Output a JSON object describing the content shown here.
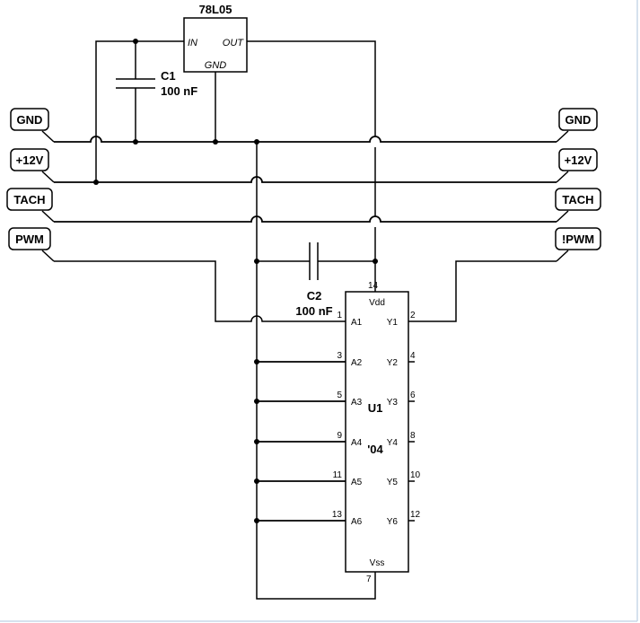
{
  "regulator": {
    "name": "78L05",
    "in": "IN",
    "out": "OUT",
    "gnd": "GND"
  },
  "c1": {
    "ref": "C1",
    "value": "100 nF"
  },
  "c2": {
    "ref": "C2",
    "value": "100 nF"
  },
  "left_ports": {
    "gnd": "GND",
    "v12": "+12V",
    "tach": "TACH",
    "pwm": "PWM"
  },
  "right_ports": {
    "gnd": "GND",
    "v12": "+12V",
    "tach": "TACH",
    "npwm": "!PWM"
  },
  "ic": {
    "ref": "U1",
    "part": "'04",
    "vdd": "Vdd",
    "vss": "Vss",
    "vdd_pin": "14",
    "vss_pin": "7",
    "inputs": [
      {
        "name": "A1",
        "pin": "1"
      },
      {
        "name": "A2",
        "pin": "3"
      },
      {
        "name": "A3",
        "pin": "5"
      },
      {
        "name": "A4",
        "pin": "9"
      },
      {
        "name": "A5",
        "pin": "11"
      },
      {
        "name": "A6",
        "pin": "13"
      }
    ],
    "outputs": [
      {
        "name": "Y1",
        "pin": "2"
      },
      {
        "name": "Y2",
        "pin": "4"
      },
      {
        "name": "Y3",
        "pin": "6"
      },
      {
        "name": "Y4",
        "pin": "8"
      },
      {
        "name": "Y5",
        "pin": "10"
      },
      {
        "name": "Y6",
        "pin": "12"
      }
    ]
  }
}
